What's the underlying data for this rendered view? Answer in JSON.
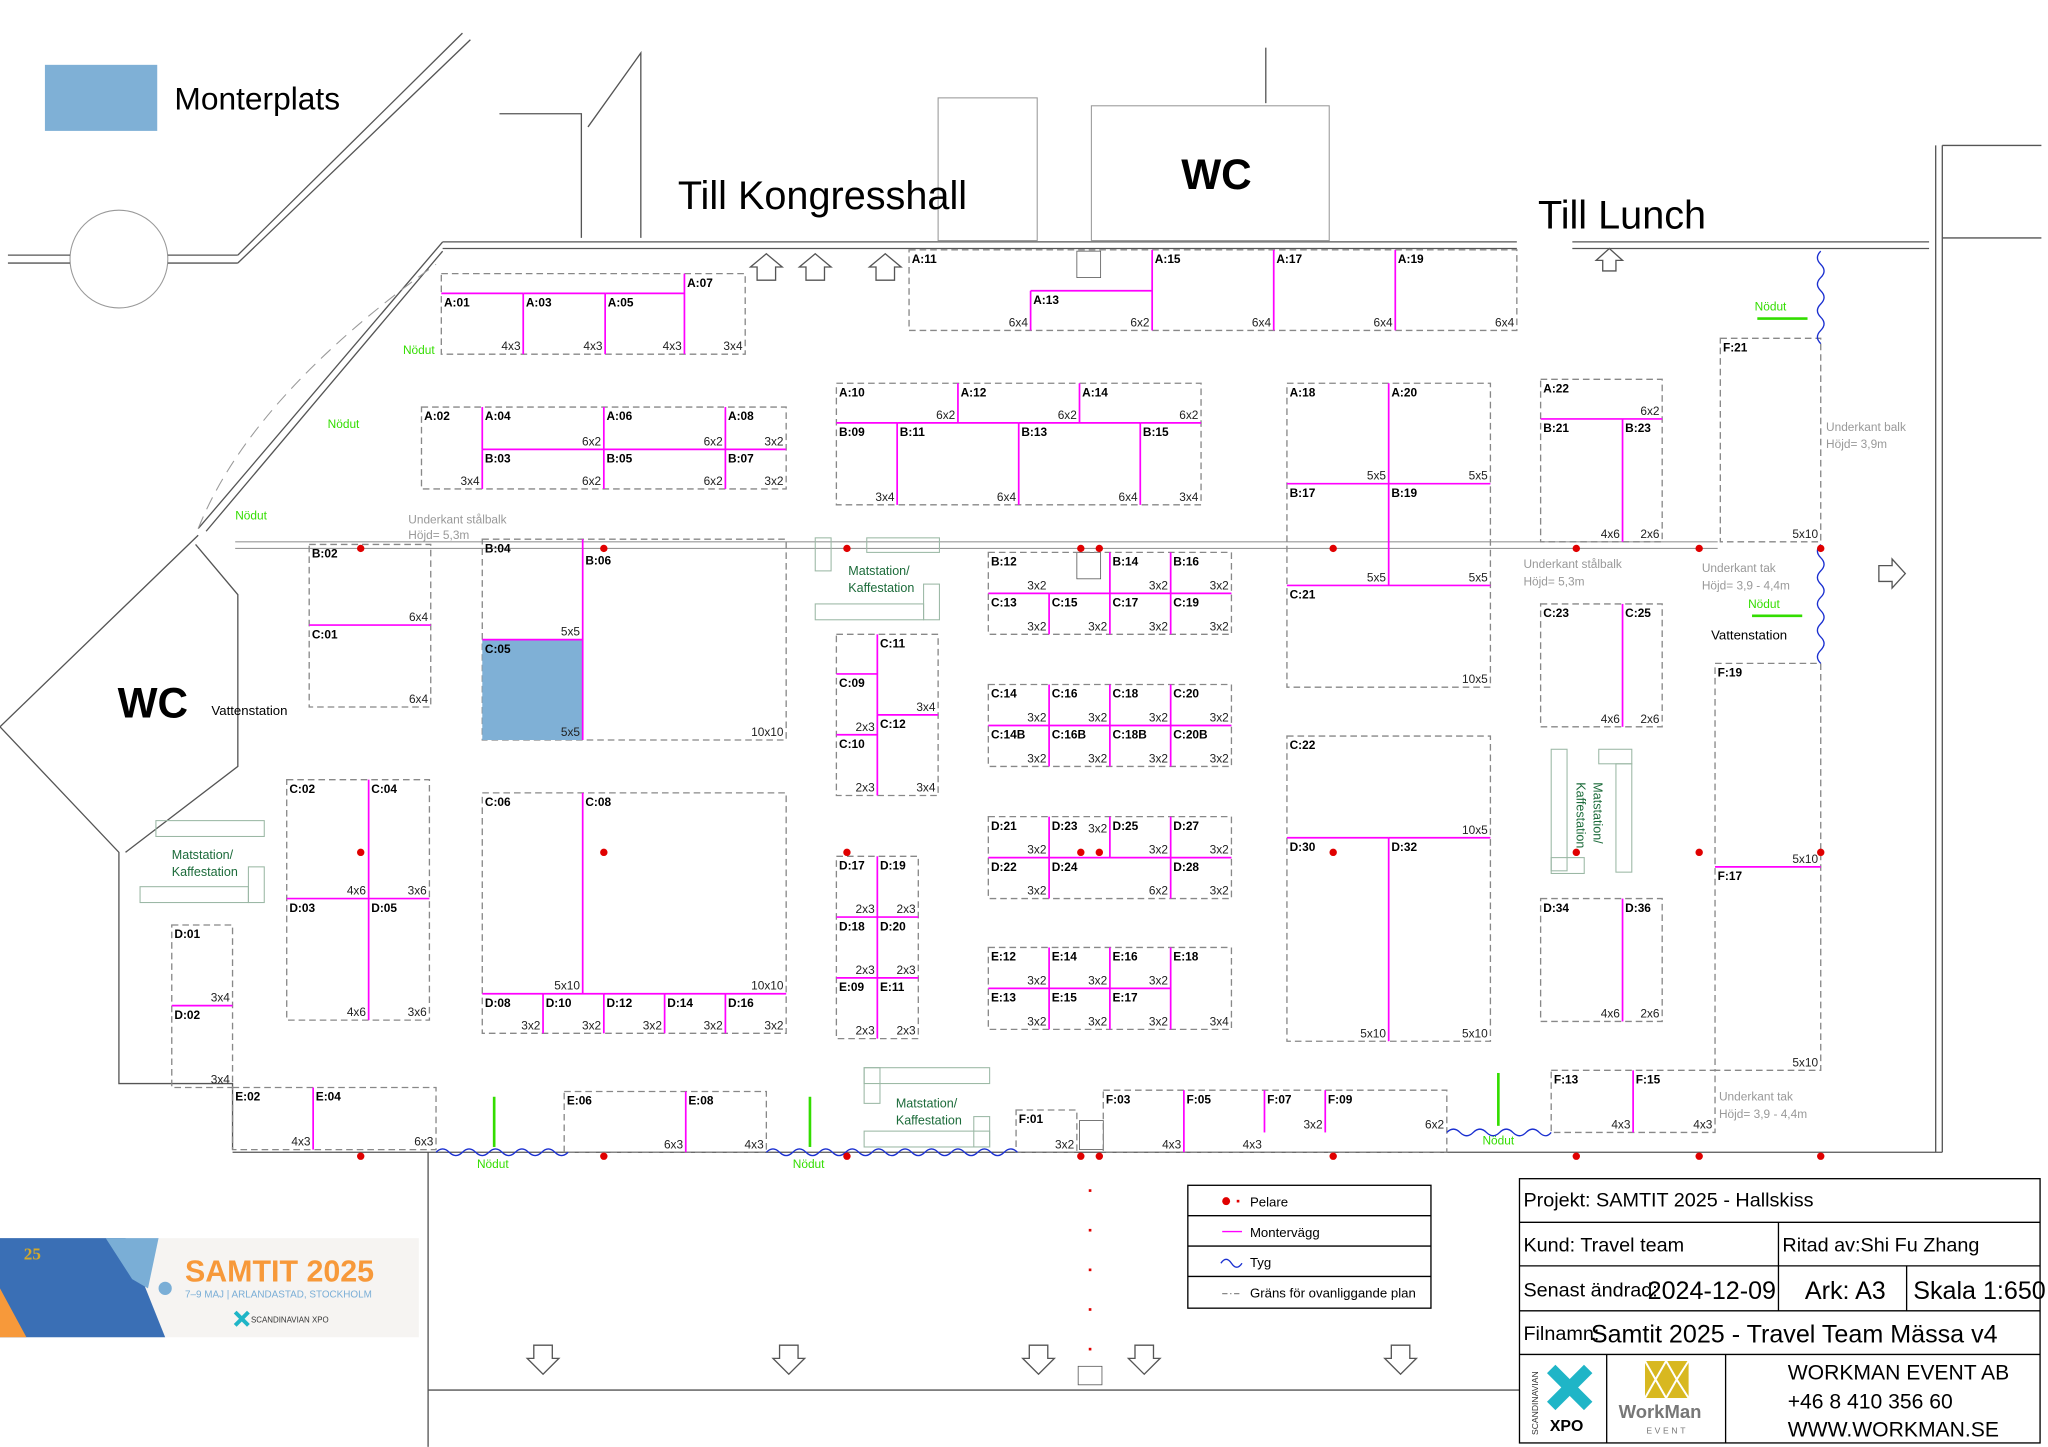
{
  "legend_top": {
    "label": "Monterplats",
    "color": "#7fb0d6"
  },
  "labels": {
    "till_kongresshall": "Till Kongresshall",
    "till_lunch": "Till Lunch",
    "wc": "WC",
    "nodut": "Nödut",
    "vattenstation": "Vattenstation",
    "matstation_line1": "Matstation/",
    "matstation_line2": "Kaffestation",
    "underkant_stalbalk": "Underkant stålbalk",
    "hojd_53": "Höjd= 5,3m",
    "underkant_balk": "Underkant balk",
    "hojd_39": "Höjd= 3,9m",
    "underkant_tak": "Underkant tak",
    "hojd_39_44": "Höjd= 3,9 - 4,4m"
  },
  "booths": [
    {
      "id": "A:01",
      "size": "4x3"
    },
    {
      "id": "A:03",
      "size": "4x3"
    },
    {
      "id": "A:05",
      "size": "4x3"
    },
    {
      "id": "A:07",
      "size": "3x4"
    },
    {
      "id": "A:11",
      "size": "6x4"
    },
    {
      "id": "A:13",
      "size": "6x2"
    },
    {
      "id": "A:15",
      "size": "6x4"
    },
    {
      "id": "A:17",
      "size": "6x4"
    },
    {
      "id": "A:19",
      "size": "6x4"
    },
    {
      "id": "A:02",
      "size": "3x4"
    },
    {
      "id": "A:04",
      "size": "6x2"
    },
    {
      "id": "A:06",
      "size": "6x2"
    },
    {
      "id": "A:08",
      "size": "3x2"
    },
    {
      "id": "B:03",
      "size": "6x2"
    },
    {
      "id": "B:05",
      "size": "6x2"
    },
    {
      "id": "B:07",
      "size": "3x2"
    },
    {
      "id": "A:10",
      "size": "6x2"
    },
    {
      "id": "A:12",
      "size": "6x2"
    },
    {
      "id": "A:14",
      "size": "6x2"
    },
    {
      "id": "B:09",
      "size": "3x4"
    },
    {
      "id": "B:11",
      "size": "6x4"
    },
    {
      "id": "B:13",
      "size": "6x4"
    },
    {
      "id": "B:15",
      "size": "3x4"
    },
    {
      "id": "A:18",
      "size": "5x5"
    },
    {
      "id": "A:20",
      "size": "5x5"
    },
    {
      "id": "B:17",
      "size": "5x5"
    },
    {
      "id": "B:19",
      "size": "5x5"
    },
    {
      "id": "C:21",
      "size": "10x5"
    },
    {
      "id": "A:22",
      "size": "6x2"
    },
    {
      "id": "B:21",
      "size": "4x6"
    },
    {
      "id": "B:23",
      "size": "2x6"
    },
    {
      "id": "F:21",
      "size": "5x10"
    },
    {
      "id": "B:02",
      "size": "6x4"
    },
    {
      "id": "C:01",
      "size": "6x4"
    },
    {
      "id": "B:04",
      "size": "5x5"
    },
    {
      "id": "C:05",
      "size": "5x5",
      "reserved": true
    },
    {
      "id": "B:06",
      "size": "10x10"
    },
    {
      "id": "B:12",
      "size": "3x2"
    },
    {
      "id": "B:14",
      "size": "3x2"
    },
    {
      "id": "B:16",
      "size": "3x2"
    },
    {
      "id": "C:13",
      "size": "3x2"
    },
    {
      "id": "C:15",
      "size": "3x2"
    },
    {
      "id": "C:17",
      "size": "3x2"
    },
    {
      "id": "C:19",
      "size": "3x2"
    },
    {
      "id": "C:14",
      "size": "3x2"
    },
    {
      "id": "C:16",
      "size": "3x2"
    },
    {
      "id": "C:18",
      "size": "3x2"
    },
    {
      "id": "C:20",
      "size": "3x2"
    },
    {
      "id": "C:14B",
      "size": "3x2"
    },
    {
      "id": "C:16B",
      "size": "3x2"
    },
    {
      "id": "C:18B",
      "size": "3x2"
    },
    {
      "id": "C:20B",
      "size": "3x2"
    },
    {
      "id": "D:21",
      "size": "3x2"
    },
    {
      "id": "D:23",
      "size": "3x2"
    },
    {
      "id": "D:25",
      "size": "3x2"
    },
    {
      "id": "D:27",
      "size": "3x2"
    },
    {
      "id": "D:22",
      "size": "3x2"
    },
    {
      "id": "D:24",
      "size": "6x2"
    },
    {
      "id": "D:28",
      "size": "3x2"
    },
    {
      "id": "E:12",
      "size": "3x2"
    },
    {
      "id": "E:14",
      "size": "3x2"
    },
    {
      "id": "E:16",
      "size": "3x2"
    },
    {
      "id": "E:18",
      "size": "3x4"
    },
    {
      "id": "E:13",
      "size": "3x2"
    },
    {
      "id": "E:15",
      "size": "3x2"
    },
    {
      "id": "E:17",
      "size": "3x2"
    },
    {
      "id": "C:11",
      "size": "3x4"
    },
    {
      "id": "C:09",
      "size": "2x3"
    },
    {
      "id": "C:12",
      "size": "3x4"
    },
    {
      "id": "C:10",
      "size": "2x3"
    },
    {
      "id": "D:17",
      "size": "2x3"
    },
    {
      "id": "D:19",
      "size": "2x3"
    },
    {
      "id": "D:18",
      "size": "2x3"
    },
    {
      "id": "D:20",
      "size": "2x3"
    },
    {
      "id": "E:09",
      "size": "2x3"
    },
    {
      "id": "E:11",
      "size": "2x3"
    },
    {
      "id": "C:02",
      "size": "4x6"
    },
    {
      "id": "C:04",
      "size": "3x6"
    },
    {
      "id": "D:03",
      "size": "4x6"
    },
    {
      "id": "D:05",
      "size": "3x6"
    },
    {
      "id": "C:06",
      "size": "5x10"
    },
    {
      "id": "C:08",
      "size": "10x10"
    },
    {
      "id": "D:08",
      "size": "3x2"
    },
    {
      "id": "D:10",
      "size": "3x2"
    },
    {
      "id": "D:12",
      "size": "3x2"
    },
    {
      "id": "D:14",
      "size": "3x2"
    },
    {
      "id": "D:16",
      "size": "3x2"
    },
    {
      "id": "D:01",
      "size": "3x4"
    },
    {
      "id": "D:02",
      "size": "3x4"
    },
    {
      "id": "E:02",
      "size": "4x3"
    },
    {
      "id": "E:04",
      "size": "6x3"
    },
    {
      "id": "E:06",
      "size": "6x3"
    },
    {
      "id": "E:08",
      "size": "4x3"
    },
    {
      "id": "F:01",
      "size": "3x2"
    },
    {
      "id": "F:03",
      "size": "4x3"
    },
    {
      "id": "F:05",
      "size": "4x3"
    },
    {
      "id": "F:07",
      "size": "3x2"
    },
    {
      "id": "F:09",
      "size": "6x2"
    },
    {
      "id": "F:13",
      "size": "4x3"
    },
    {
      "id": "F:15",
      "size": "4x3"
    },
    {
      "id": "C:22",
      "size": "10x5"
    },
    {
      "id": "D:30",
      "size": "5x10"
    },
    {
      "id": "D:32",
      "size": "5x10"
    },
    {
      "id": "C:23",
      "size": "4x6"
    },
    {
      "id": "C:25",
      "size": "2x6"
    },
    {
      "id": "D:34",
      "size": "4x6"
    },
    {
      "id": "D:36",
      "size": "2x6"
    },
    {
      "id": "F:19",
      "size": "5x10"
    },
    {
      "id": "F:17",
      "size": "5x10"
    }
  ],
  "legend": {
    "pelare": "Pelare",
    "montervagg": "Montervägg",
    "tyg": "Tyg",
    "grans": "Gräns för ovanliggande plan"
  },
  "title_block": {
    "projekt": "Projekt: SAMTIT 2025 - Hallskiss",
    "kund": "Kund: Travel team",
    "ritad_av": "Ritad av:Shi Fu Zhang",
    "senast_andrad_label": "Senast ändrad:",
    "senast_andrad": "2024-12-09",
    "ark": "Ark: A3",
    "skala": "Skala 1:650",
    "filnamn_label": "Filnamn:",
    "filnamn": "Samtit 2025 - Travel Team Mässa v4",
    "company": "WORKMAN EVENT AB",
    "phone": "+46 8 410 356 60",
    "web": "WWW.WORKMAN.SE",
    "logo_xpo": "XPO",
    "logo_xpo_side": "SCANDINAVIAN",
    "logo_workman": "WorkMan",
    "logo_workman_sub": "EVENT"
  },
  "banner": {
    "title": "SAMTIT 2025",
    "subtitle": "7–9 MAJ | ARLANDASTAD, STOCKHOLM",
    "brand": "SCANDINAVIAN XPO",
    "badge": "25"
  },
  "colors": {
    "wall": "#ff00ff",
    "fabric": "#1a2fd0",
    "pillar": "#e00000",
    "exit": "#33dd00",
    "booth_fill": "#7fb0d6",
    "banner_orange": "#f7993a"
  }
}
